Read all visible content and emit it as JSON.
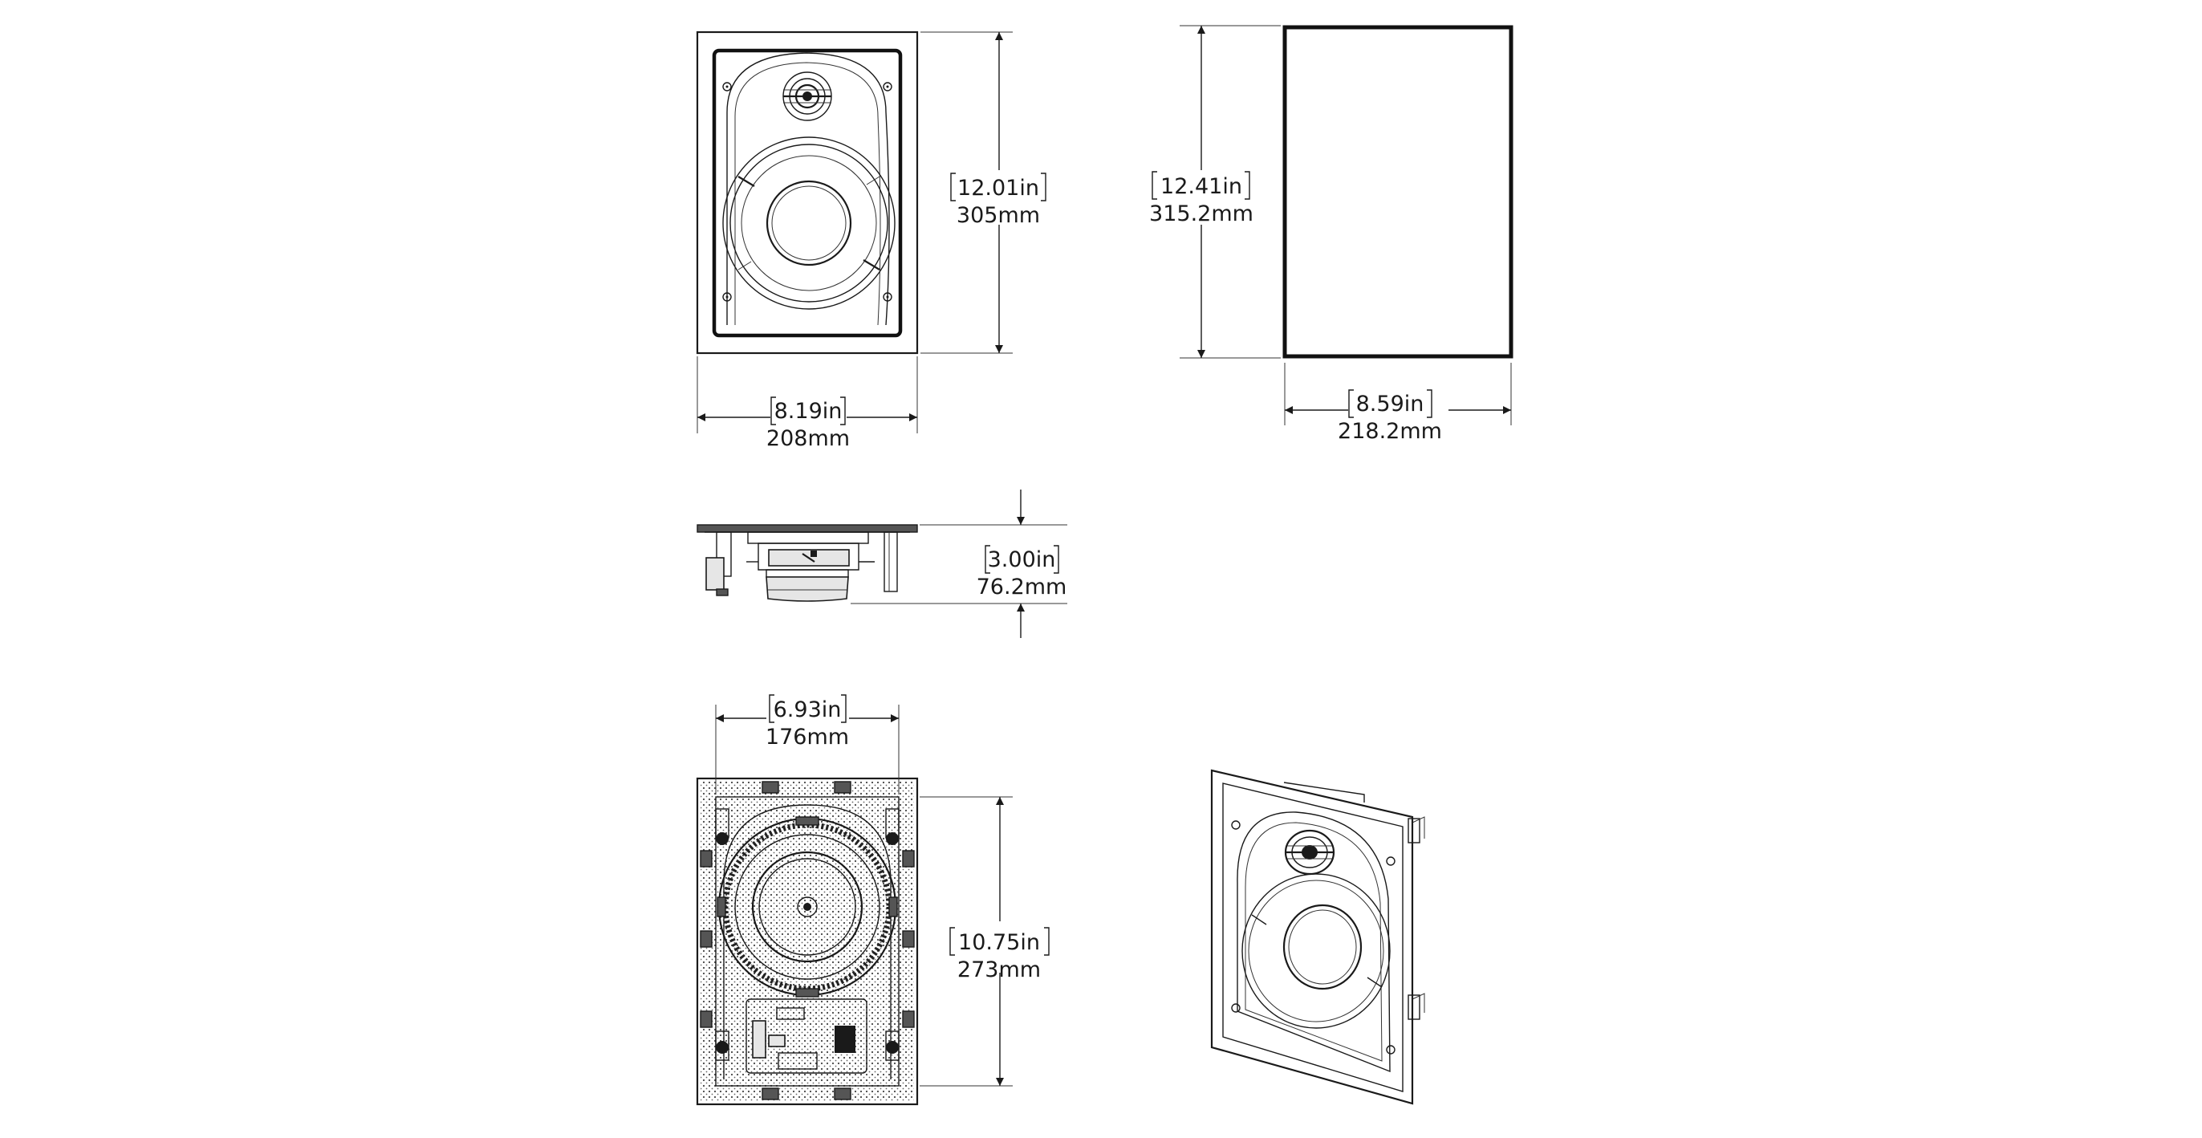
{
  "dimensions": {
    "front_height": {
      "in": "12.01in",
      "mm": "305mm"
    },
    "front_width": {
      "in": "8.19in",
      "mm": "208mm"
    },
    "cutout_height": {
      "in": "12.41in",
      "mm": "315.2mm"
    },
    "cutout_width": {
      "in": "8.59in",
      "mm": "218.2mm"
    },
    "depth": {
      "in": "3.00in",
      "mm": "76.2mm"
    },
    "back_width": {
      "in": "6.93in",
      "mm": "176mm"
    },
    "back_height": {
      "in": "10.75in",
      "mm": "273mm"
    }
  }
}
